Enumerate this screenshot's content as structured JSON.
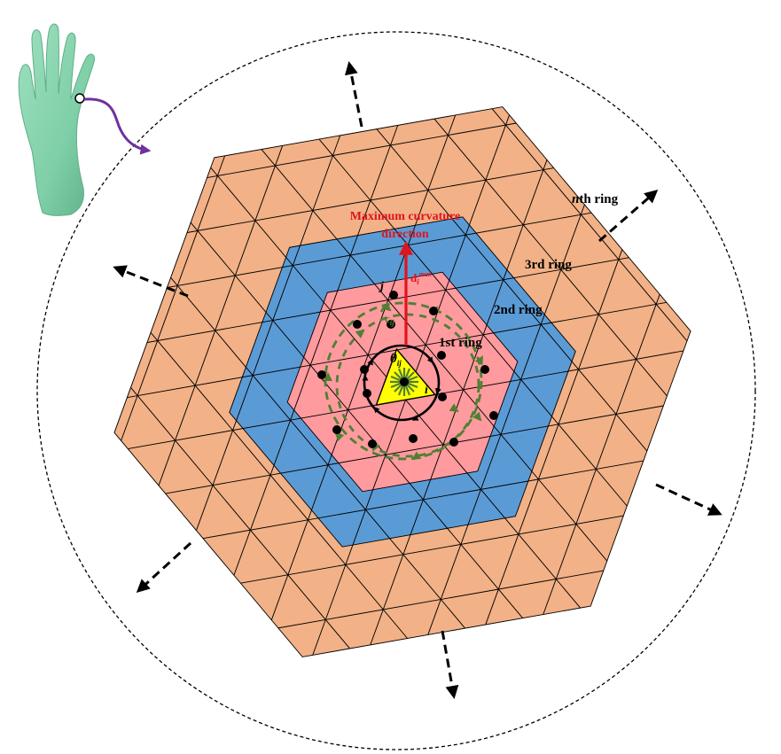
{
  "labels": {
    "max_curvature_line1": "Maximum curvature",
    "max_curvature_line2": "direction",
    "d_base": "d",
    "d_sub": "i",
    "d_sup": "max",
    "c_base": "c",
    "c_sub": "ij",
    "theta_base": "θ",
    "theta_sub": "ij",
    "vertex_j": "j",
    "vertex_i": "i",
    "ring1": "1st ring",
    "ring2": "2nd ring",
    "ring3": "3rd ring",
    "ringn_italic": "n",
    "ringn_rest": "th ring"
  },
  "colors": {
    "outer_rings": "#F2B186",
    "second_ring": "#5B9BD5",
    "first_ring": "#FF9A9E",
    "center_triangle": "#FFFF00",
    "red_arrow": "#E0141E",
    "green_dashed": "#4F7F34",
    "purple_curve": "#7030A0",
    "hand": "#7FCFA8"
  },
  "icons": {
    "hand": "hand-model-icon",
    "arrows": "dashed-arrow-icon"
  }
}
